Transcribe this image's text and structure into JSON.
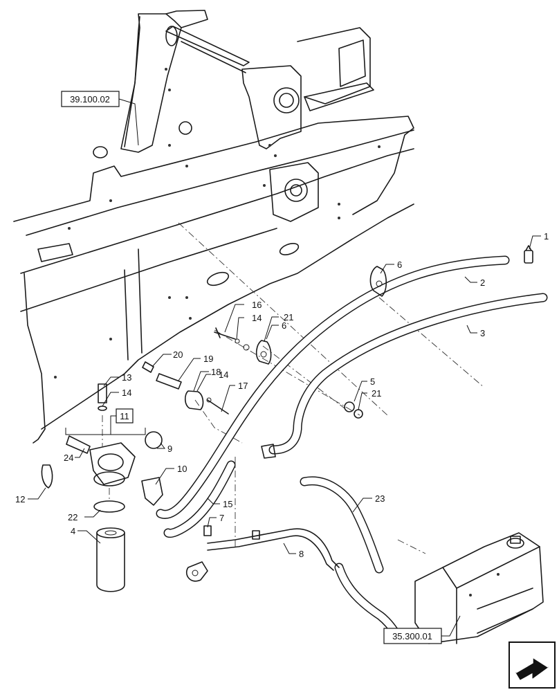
{
  "references": {
    "frame": "39.100.02",
    "tank": "35.300.01",
    "filter_group": "11"
  },
  "callouts": [
    {
      "id": "c1",
      "text": "1"
    },
    {
      "id": "c2",
      "text": "2"
    },
    {
      "id": "c3",
      "text": "3"
    },
    {
      "id": "c4",
      "text": "4"
    },
    {
      "id": "c5",
      "text": "5"
    },
    {
      "id": "c6a",
      "text": "6"
    },
    {
      "id": "c6b",
      "text": "6"
    },
    {
      "id": "c7",
      "text": "7"
    },
    {
      "id": "c8",
      "text": "8"
    },
    {
      "id": "c9",
      "text": "9"
    },
    {
      "id": "c10",
      "text": "10"
    },
    {
      "id": "c12",
      "text": "12"
    },
    {
      "id": "c13",
      "text": "13"
    },
    {
      "id": "c14a",
      "text": "14"
    },
    {
      "id": "c14b",
      "text": "14"
    },
    {
      "id": "c14c",
      "text": "14"
    },
    {
      "id": "c15",
      "text": "15"
    },
    {
      "id": "c16",
      "text": "16"
    },
    {
      "id": "c17",
      "text": "17"
    },
    {
      "id": "c18",
      "text": "18"
    },
    {
      "id": "c19",
      "text": "19"
    },
    {
      "id": "c20",
      "text": "20"
    },
    {
      "id": "c21a",
      "text": "21"
    },
    {
      "id": "c21b",
      "text": "21"
    },
    {
      "id": "c22",
      "text": "22"
    },
    {
      "id": "c23",
      "text": "23"
    },
    {
      "id": "c24",
      "text": "24"
    }
  ],
  "nav_icon": "arrow-next-icon"
}
